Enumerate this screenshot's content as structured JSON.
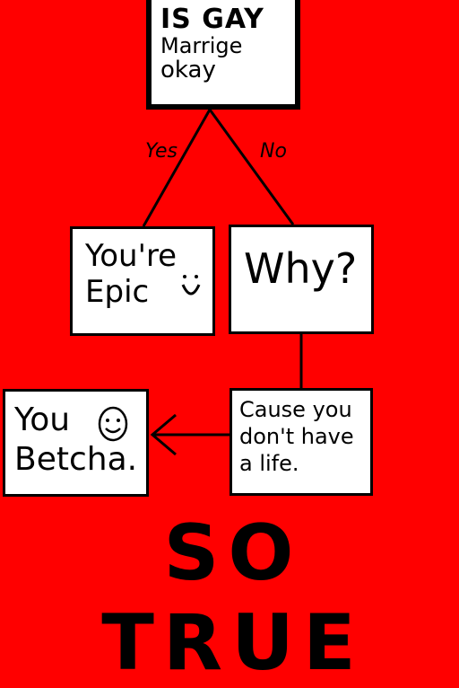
{
  "question": {
    "line1": "IS GAY",
    "line2": "Marrige",
    "line3": "okay"
  },
  "edges": {
    "yes_label": "Yes",
    "no_label": "No"
  },
  "answers": {
    "yes_box": "You're Epic",
    "no_box": "Why?",
    "reason_box": "Cause you don't have a life.",
    "final_box": "You Betcha."
  },
  "footer": {
    "caption": "SO TRUE"
  },
  "colors": {
    "background": "#ff0000",
    "box_fill": "#ffffff",
    "ink": "#000000"
  },
  "icons": [
    "smiley-face-icon",
    "smiley-face-icon"
  ]
}
